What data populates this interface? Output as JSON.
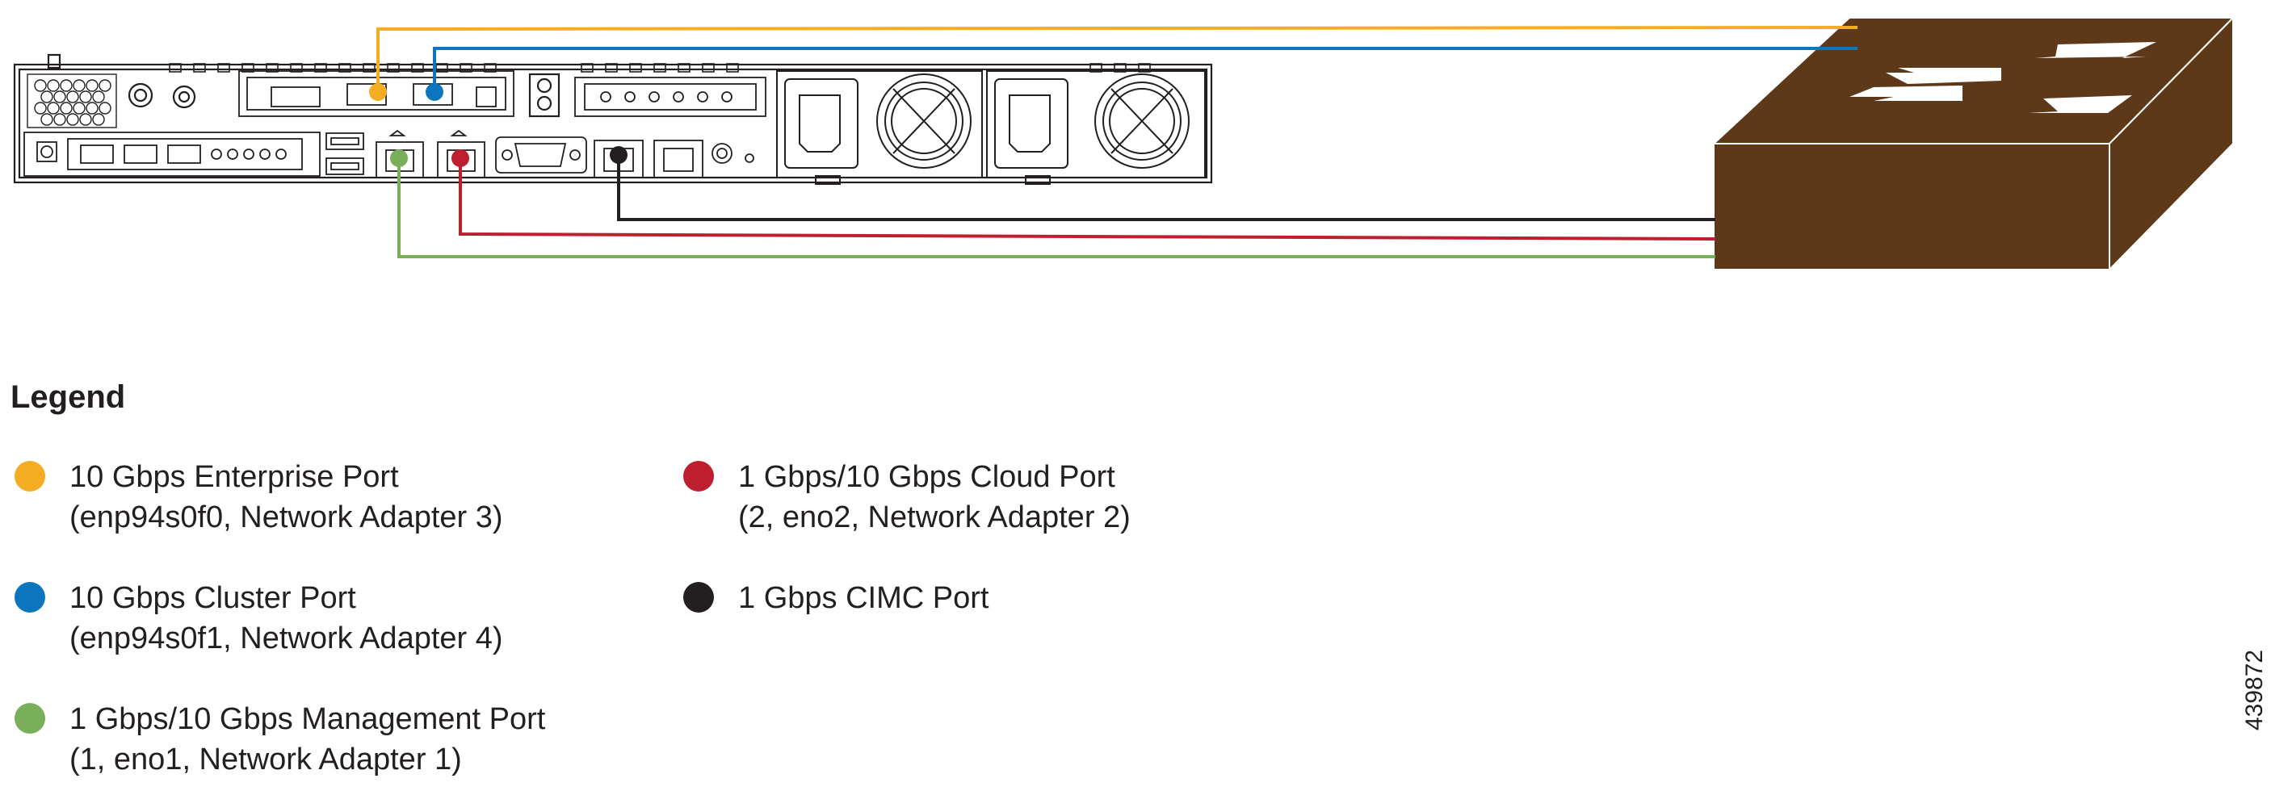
{
  "legend": {
    "title": "Legend",
    "items": [
      {
        "id": "enterprise",
        "line1": "10 Gbps Enterprise Port",
        "line2": "(enp94s0f0, Network Adapter 3)",
        "color": "#f4ac22"
      },
      {
        "id": "cloud",
        "line1": "1 Gbps/10 Gbps Cloud Port",
        "line2": "(2, eno2, Network Adapter 2)",
        "color": "#bd1f2e"
      },
      {
        "id": "cluster",
        "line1": "10 Gbps Cluster Port",
        "line2": "(enp94s0f1, Network Adapter 4)",
        "color": "#0b76bd"
      },
      {
        "id": "cimc",
        "line1": "1 Gbps CIMC Port",
        "line2": "",
        "color": "#231f20"
      },
      {
        "id": "management",
        "line1": "1 Gbps/10 Gbps Management Port",
        "line2": "(1, eno1, Network Adapter 1)",
        "color": "#79ae5b"
      }
    ]
  },
  "figure_id": "439872",
  "colors": {
    "switch_top": "#5e3919",
    "switch_front": "#5e3919",
    "switch_side": "#5e3919",
    "switch_arrows": "#ffffff",
    "server_outline": "#231f20"
  }
}
